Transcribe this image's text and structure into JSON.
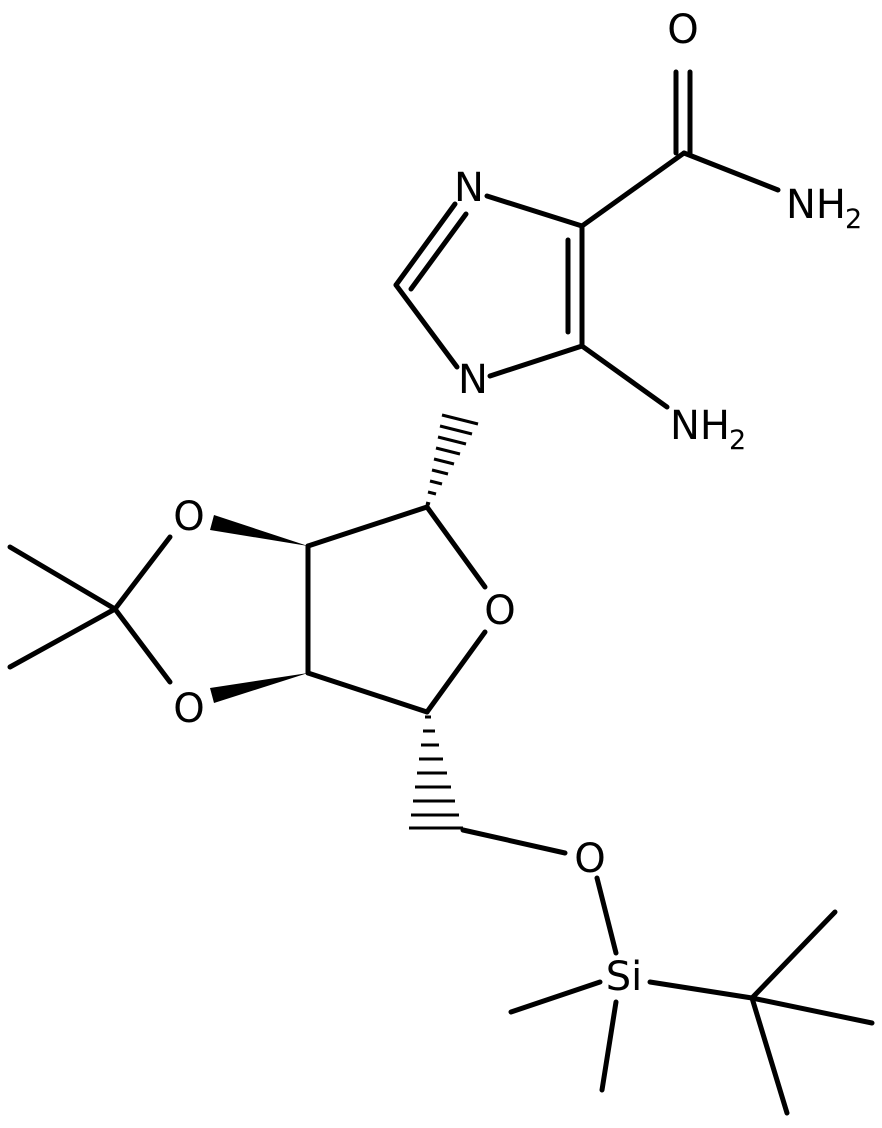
{
  "diagram": {
    "type": "chemical-structure",
    "atom_labels": {
      "carbonyl_O": "O",
      "amide_N": "NH",
      "amide_N_sub": "2",
      "imidazole_N3": "N",
      "imidazole_N1": "N",
      "amine_N": "NH",
      "amine_N_sub": "2",
      "dioxolane_O_top": "O",
      "dioxolane_O_bottom": "O",
      "ring_O": "O",
      "silyl_ether_O": "O",
      "silicon": "Si"
    }
  }
}
